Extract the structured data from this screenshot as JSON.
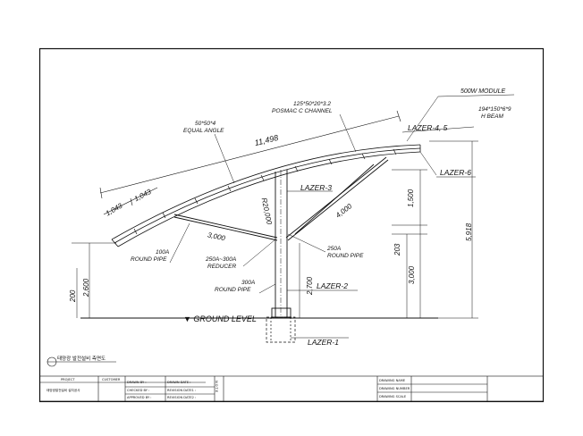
{
  "labels": {
    "module": "500W MODULE",
    "hbeam_size": "194*150*6*9",
    "hbeam": "H BEAM",
    "cchannel_size": "125*50*20*3.2",
    "cchannel": "POSMAC C CHANNEL",
    "angle_size": "50*50*4",
    "angle": "EQUAL ANGLE",
    "lazer45": "LAZER-4, 5",
    "lazer6": "LAZER-6",
    "lazer3": "LAZER-3",
    "lazer2": "LAZER-2",
    "lazer1": "LAZER-1",
    "radius": "R20,000",
    "pipe100_size": "100A",
    "pipe100": "ROUND PIPE",
    "reducer_size": "250A~300A",
    "reducer": "REDUCER",
    "pipe250_size": "250A",
    "pipe250": "ROUND PIPE",
    "pipe300_size": "300A",
    "pipe300": "ROUND PIPE",
    "ground": "▼ GROUND LEVEL"
  },
  "dims": {
    "total_length": "11,498",
    "panel_a": "1,043",
    "panel_b": "1,043",
    "brace_3000": "3,000",
    "brace_4000": "4,000",
    "h_1500": "1,500",
    "h_5918": "5,918",
    "h_203": "203",
    "h_3000": "3,000",
    "h_2700": "2,700",
    "h_2600": "2,600",
    "h_200": "200"
  },
  "caption": "태양광 발전설비 측면도",
  "title_block": {
    "project_label": "PROJECT",
    "project_value": "태양광발전설비 설치공사",
    "customer_label": "CUSTOMER",
    "drawn_by": "DRAWN BY :",
    "checked_by": "CHECKED BY :",
    "approved_by": "APPROVED BY :",
    "drawn_date": "DRAWN DATE :",
    "revision_date1": "REVISION DATE1 :",
    "revision_date2": "REVISION DATE2 :",
    "note": "NOTE",
    "drawing_name": "DRAWING NAME",
    "drawing_number": "DRAWING NUMBER",
    "drawing_scale": "DRAWING SCALE"
  }
}
